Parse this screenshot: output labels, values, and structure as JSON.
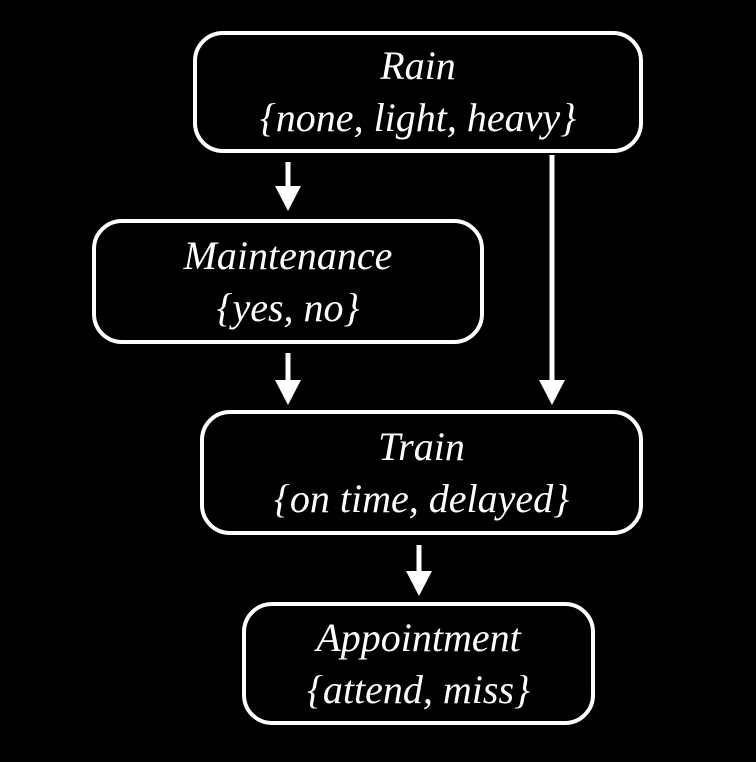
{
  "diagram": {
    "type": "bayesian-network",
    "background_color": "#000000",
    "node_border_color": "#ffffff",
    "text_color": "#ffffff",
    "nodes": [
      {
        "id": "rain",
        "label": "Rain",
        "values": "{none, light, heavy}"
      },
      {
        "id": "maintenance",
        "label": "Maintenance",
        "values": "{yes, no}"
      },
      {
        "id": "train",
        "label": "Train",
        "values": "{on time, delayed}"
      },
      {
        "id": "appointment",
        "label": "Appointment",
        "values": "{attend, miss}"
      }
    ],
    "edges": [
      {
        "from": "Rain",
        "to": "Maintenance"
      },
      {
        "from": "Rain",
        "to": "Train"
      },
      {
        "from": "Maintenance",
        "to": "Train"
      },
      {
        "from": "Train",
        "to": "Appointment"
      }
    ]
  }
}
